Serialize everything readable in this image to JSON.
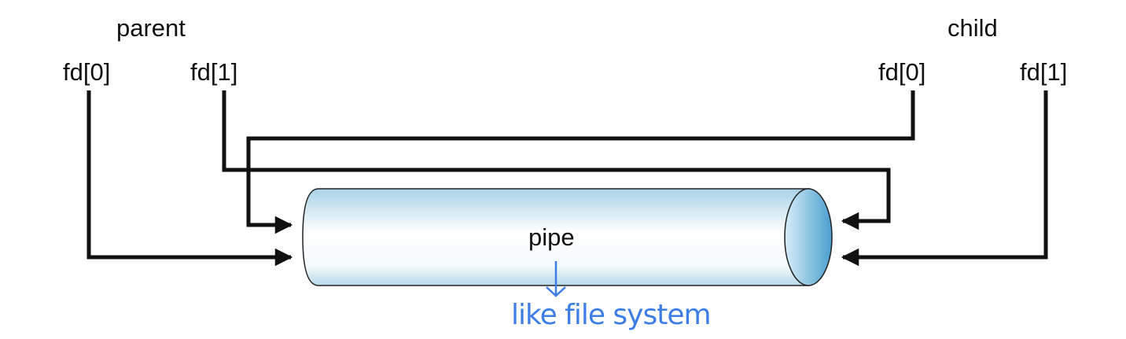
{
  "parent": {
    "title": "parent",
    "fd0": "fd[0]",
    "fd1": "fd[1]"
  },
  "child": {
    "title": "child",
    "fd0": "fd[0]",
    "fd1": "fd[1]"
  },
  "pipe": {
    "label": "pipe"
  },
  "annotation": {
    "text": "like file system",
    "color": "#3d7de6"
  }
}
